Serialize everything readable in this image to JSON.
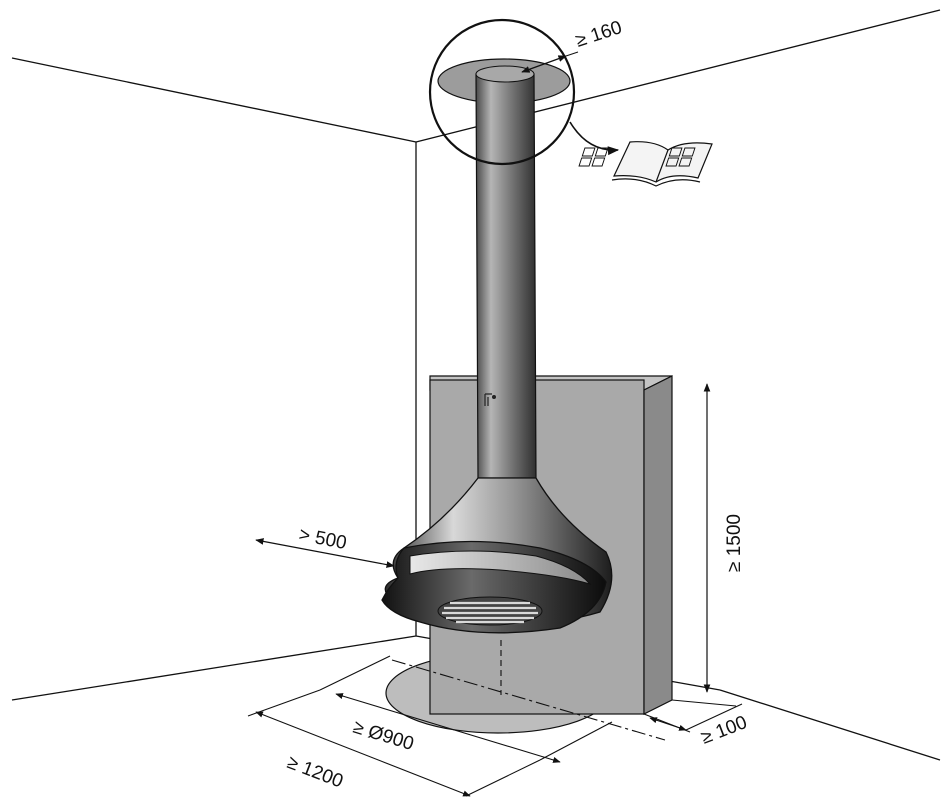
{
  "dimensions": {
    "flue_clearance": "≥ 160",
    "wall_panel_height": "≥ 1500",
    "side_clearance": "> 500",
    "hearth_diameter": "≥ Ø900",
    "hearth_depth": "≥ 1200",
    "wall_panel_gap": "≥ 100"
  },
  "icons": {
    "manual": "open-book-icon",
    "magnify": "magnifier-circle"
  },
  "colors": {
    "panel_front": "#a9a9a9",
    "panel_side": "#8a8a8a",
    "hearth": "#bdbdbd",
    "ceiling_plate": "#9c9c9c",
    "line": "#111111"
  }
}
